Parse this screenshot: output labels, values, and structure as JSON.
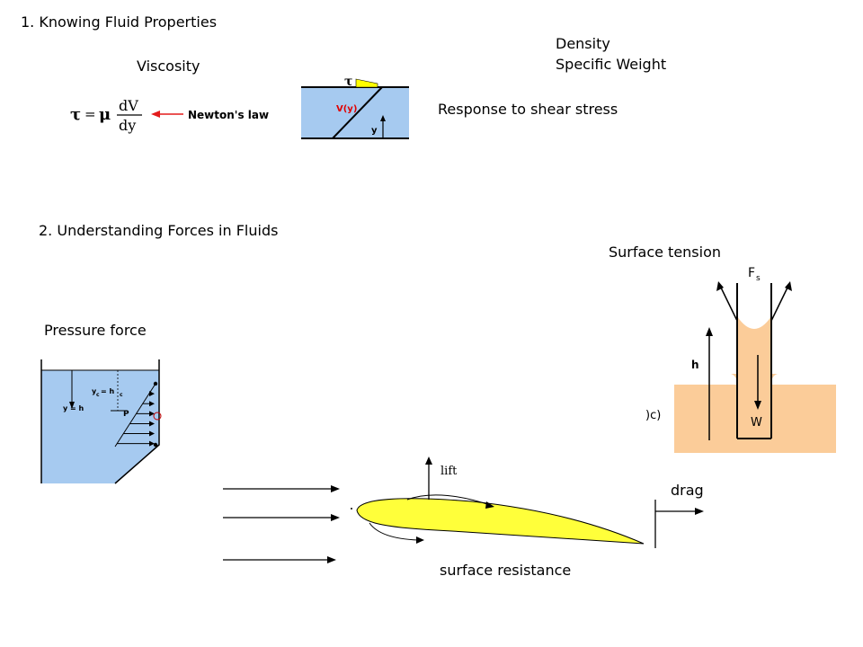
{
  "section1": {
    "heading": "1.  Knowing Fluid Properties",
    "viscosity_label": "Viscosity",
    "density_label": "Density",
    "specific_weight_label": "Specific Weight",
    "shear_response_label": "Response to shear stress",
    "equation": {
      "lhs": "τ",
      "equals": "=",
      "coefficient": "μ",
      "numerator": "dV",
      "denominator": "dy",
      "law_label": "Newton's law"
    },
    "shear_diagram": {
      "tau_symbol": "τ",
      "velocity_label": "V(y)",
      "y_label": "y"
    }
  },
  "section2": {
    "heading": "2. Understanding Forces in Fluids",
    "pressure_force_label": "Pressure force",
    "surface_tension_label": "Surface tension",
    "pressure_diagram": {
      "yc_label": "y",
      "yc_sub": "c",
      "eq_hc": " = h",
      "hc_sub": "c",
      "y_eq_h": "y = h",
      "p_label": "P"
    },
    "tension_diagram": {
      "fs_label": "F",
      "fs_sub": "s",
      "h_label": "h",
      "w_label": "W",
      "partial_label": ")c)"
    },
    "airfoil": {
      "lift_label": "lift",
      "drag_label": "drag",
      "surface_resistance_label": "surface resistance"
    }
  },
  "colors": {
    "water": "#a6caf0",
    "capillary_fluid": "#fbcc99",
    "airfoil": "#ffff3a",
    "law_arrow": "#e31b1b",
    "velocity_label": "#e00000"
  }
}
